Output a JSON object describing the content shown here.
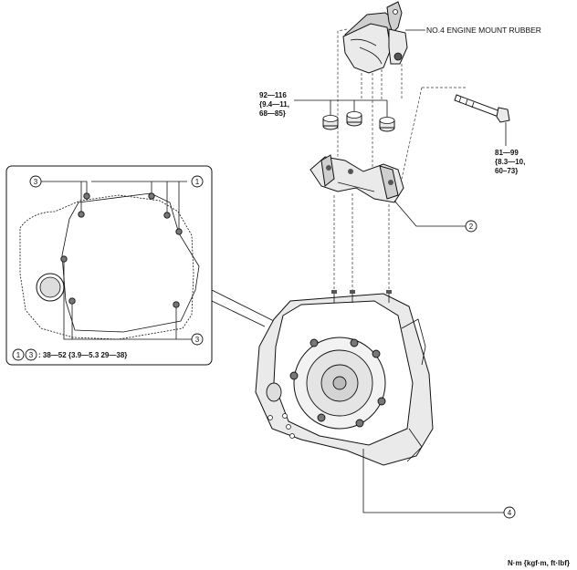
{
  "labels": {
    "mount_rubber": "NO.4 ENGINE MOUNT RUBBER",
    "torque_nuts_line1": "92—116",
    "torque_nuts_line2": "{9.4—11,",
    "torque_nuts_line3": "68—85}",
    "torque_bolt_line1": "81—99",
    "torque_bolt_line2": "{8.3—10,",
    "torque_bolt_line3": "60–73}",
    "inset_torque": ": 38—52 {3.9—5.3 29—38}",
    "units": "N·m {kgf·m, ft·lbf}"
  },
  "callouts": {
    "c1_inset_top": "1",
    "c3_inset_top": "3",
    "c3_inset_bottom": "3",
    "c1_legend": "1",
    "c3_legend": "3",
    "c2_bracket": "2",
    "c4_transaxle": "4"
  },
  "colors": {
    "line": "#111111",
    "part_fill": "#eaeaea",
    "part_dark": "#cfcfcf"
  }
}
